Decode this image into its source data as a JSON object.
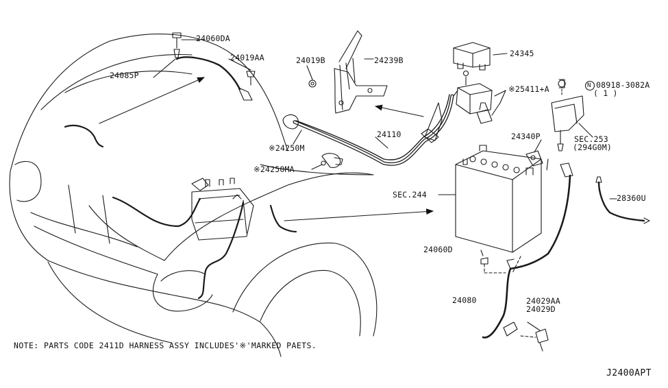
{
  "diagram": {
    "ref_code": "J2400APT",
    "note": "NOTE: PARTS CODE 2411D  HARNESS ASSY INCLUDES'※'MARKED PAETS.",
    "labels": {
      "p24060DA": "24060DA",
      "p24019AA": "24019AA",
      "p24085P": "24085P",
      "p24019B": "24019B",
      "p24239B": "24239B",
      "p24345": "24345",
      "p25411A": "※25411+A",
      "n_circle": "N",
      "p08918": "08918-3082A",
      "p08918_qty": "( 1 )",
      "p24110": "24110",
      "p24250M": "※24250M",
      "p24250MA": "※24250MA",
      "p24340P": "24340P",
      "sec253": "SEC.253",
      "sec253_sub": "(294G0M)",
      "sec244": "SEC.244",
      "p28360U": "28360U",
      "p24060D": "24060D",
      "p24080": "24080",
      "p24029AA": "24029AA",
      "p24029D": "24029D"
    }
  }
}
